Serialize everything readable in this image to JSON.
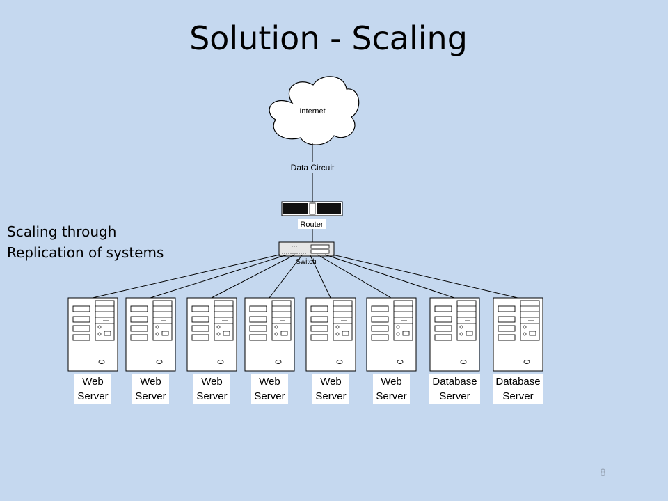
{
  "slide": {
    "title": "Solution - Scaling",
    "note_lines": [
      "Scaling through",
      "Replication of systems"
    ],
    "page_number": "8"
  },
  "network": {
    "cloud_label": "Internet",
    "link_label": "Data Circuit",
    "router_label": "Router",
    "switch_label": "Switch",
    "servers": [
      {
        "line1": "Web",
        "line2": "Server"
      },
      {
        "line1": "Web",
        "line2": "Server"
      },
      {
        "line1": "Web",
        "line2": "Server"
      },
      {
        "line1": "Web",
        "line2": "Server"
      },
      {
        "line1": "Web",
        "line2": "Server"
      },
      {
        "line1": "Web",
        "line2": "Server"
      },
      {
        "line1": "Database",
        "line2": "Server"
      },
      {
        "line1": "Database",
        "line2": "Server"
      }
    ]
  },
  "colors": {
    "background": "#c5d8ef",
    "device_fill": "#ffffff",
    "outline": "#000000"
  }
}
